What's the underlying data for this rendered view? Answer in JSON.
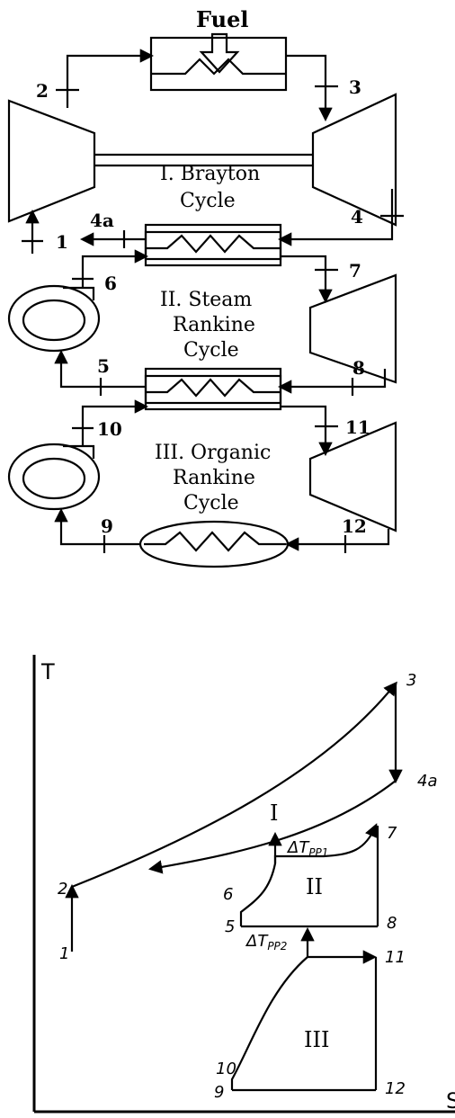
{
  "schematic": {
    "fuel": "Fuel",
    "cycle1": [
      "I. Brayton",
      "Cycle"
    ],
    "cycle2": [
      "II. Steam",
      "Rankine",
      "Cycle"
    ],
    "cycle3": [
      "III. Organic",
      "Rankine",
      "Cycle"
    ],
    "states": {
      "s1": "1",
      "s2": "2",
      "s3": "3",
      "s4": "4",
      "s4a": "4a",
      "s5": "5",
      "s6": "6",
      "s7": "7",
      "s8": "8",
      "s9": "9",
      "s10": "10",
      "s11": "11",
      "s12": "12"
    }
  },
  "ts_diagram": {
    "axis_y": "T",
    "axis_x": "S",
    "points": {
      "p1": "1",
      "p2": "2",
      "p3": "3",
      "p4a": "4a",
      "p5": "5",
      "p6": "6",
      "p7": "7",
      "p8": "8",
      "p9": "9",
      "p10": "10",
      "p11": "11",
      "p12": "12"
    },
    "region_1": "I",
    "region_2": "II",
    "region_3": "III",
    "pinch1": "ΔT",
    "pinch1_sub": "PP1",
    "pinch2": "ΔT",
    "pinch2_sub": "PP2"
  }
}
